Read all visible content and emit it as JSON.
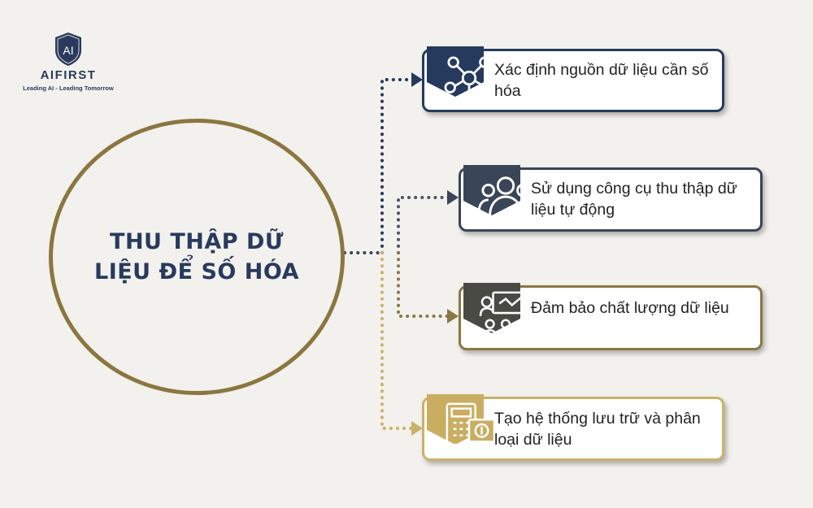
{
  "logo": {
    "mark_text": "AI",
    "name": "AIFIRST",
    "tagline": "Leading AI - Leading Tomorrow"
  },
  "hub": {
    "title": "THU THẬP DỮ LIỆU ĐỂ SỐ HÓA"
  },
  "steps": [
    {
      "text": "Xác định nguồn dữ liệu cần số hóa",
      "color": "#263a5e",
      "icon": "network-people-icon"
    },
    {
      "text": "Sử dụng công cụ thu thập dữ liệu tự động",
      "color": "#3a4558",
      "icon": "group-icon"
    },
    {
      "text": "Đảm bảo chất lượng dữ liệu",
      "color": "#8a7743",
      "icon": "meeting-icon"
    },
    {
      "text": "Tạo hệ thống lưu trữ và phân loại dữ liệu",
      "color": "#cbb169",
      "icon": "calculator-money-icon"
    }
  ],
  "colors": {
    "background": "#f3f1ed",
    "navy": "#283a5e",
    "gold": "#8c7640",
    "light_gold": "#cbb169",
    "slate": "#3a4558"
  }
}
